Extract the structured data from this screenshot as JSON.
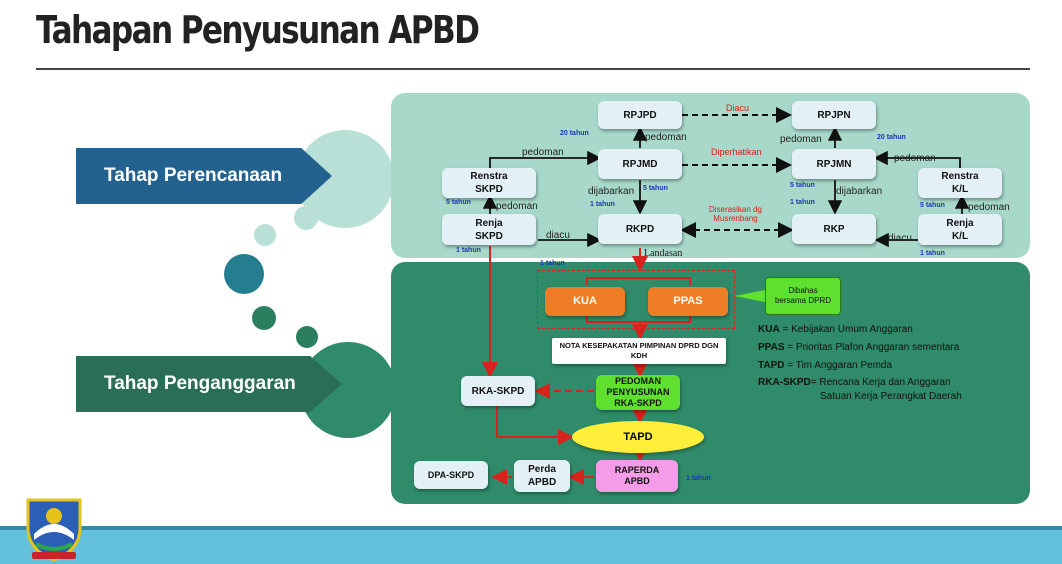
{
  "title": "Tahapan Penyusunan APBD",
  "stages": {
    "perencanaan": "Tahap Perencanaan",
    "penganggaran": "Tahap Penganggaran"
  },
  "boxes": {
    "rpjpd": "RPJPD",
    "rpjpn": "RPJPN",
    "rpjmd": "RPJMD",
    "rpjmn": "RPJMN",
    "renstra_skpd": "Renstra\nSKPD",
    "renstra_kl": "Renstra\nK/L",
    "renja_skpd": "Renja\nSKPD",
    "renja_kl": "Renja\nK/L",
    "rkpd": "RKPD",
    "rkp": "RKP",
    "kua": "KUA",
    "ppas": "PPAS",
    "nota": "NOTA KESEPAKATAN PIMPINAN DPRD DGN KDH",
    "pedoman": "PEDOMAN\nPENYUSUNAN\nRKA-SKPD",
    "rka_skpd": "RKA-SKPD",
    "tapd": "TAPD",
    "raperda": "RAPERDA\nAPBD",
    "perda": "Perda\nAPBD",
    "dpa_skpd": "DPA-SKPD",
    "dibahas": "Dibahas\nbersama DPRD"
  },
  "labels": {
    "diacu_top": "Diacu",
    "diperhatikan": "Diperhatikan",
    "diserasikan": "Diserasikan dg\nMusrenbang",
    "pedoman_rpjpd": "pedoman",
    "pedoman_rpjpn": "pedoman",
    "pedoman_renstra": "pedoman",
    "pedoman_rpjmn": "pedoman",
    "pedoman_renja": "pedoman",
    "pedoman_renja_kl": "pedoman",
    "dijabarkan_left": "dijabarkan",
    "dijabarkan_right": "dijabarkan",
    "diacu_left": "diacu",
    "diacu_right": "diacu",
    "landasan": "Landasan",
    "t20a": "20 tahun",
    "t20b": "20 tahun",
    "t5a": "5 tahun",
    "t5b": "5 tahun",
    "t5c": "5 tahun",
    "t5d": "5 tahun",
    "t1a": "1 tahun",
    "t1b": "1 tahun",
    "t1c": "1 tahun",
    "t1d": "1 tahun",
    "t1e": "1 tahun",
    "t1f": "1 tahun"
  },
  "legend": [
    {
      "abbr": "KUA",
      "text": " = Kebijakan Umum Anggaran"
    },
    {
      "abbr": "PPAS",
      "text": " = Prioritas Plafon  Anggaran sementara"
    },
    {
      "abbr": "TAPD",
      "text": " = Tim Anggaran Pemda"
    },
    {
      "abbr": "RKA-SKPD",
      "text": "= Rencana Kerja dan Anggaran"
    },
    {
      "abbr": "",
      "text": "Satuan Kerja Perangkat Daerah"
    }
  ],
  "colors": {
    "stage_perencanaan": "#23628f",
    "stage_penganggaran": "#2b6e57",
    "panel_top": "#a7d8c9",
    "panel_bottom": "#2f8b6a",
    "arrow_red": "#d6231b",
    "footer": "#63c1dc"
  }
}
